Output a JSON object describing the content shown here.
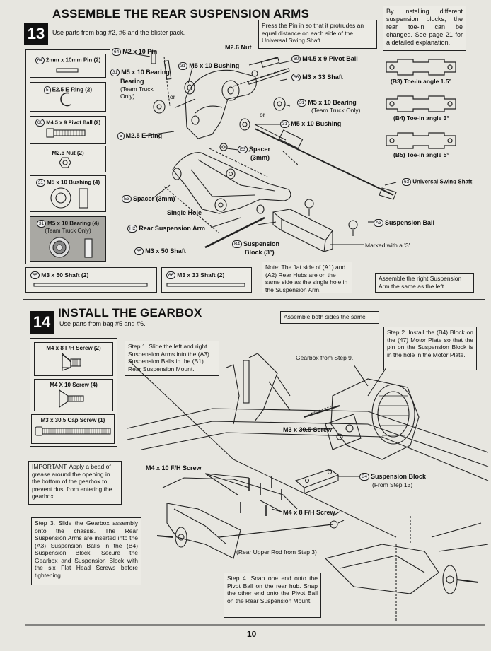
{
  "step13": {
    "number": "13",
    "title": "ASSEMBLE THE REAR SUSPENSION ARMS",
    "subtitle": "Use parts from bag #2, #6 and the blister pack.",
    "callout": "Press the Pin in so that it protrudes an equal distance on each side of the Universal Swing Shaft.",
    "sidenote": "By installing different suspension blocks, the rear toe-in can be changed. See page 21 for a detailed explanation.",
    "toe_in": [
      "(B3) Toe-in angle 1.5°",
      "(B4) Toe-in angle 3°",
      "(B5) Toe-in angle 5°"
    ],
    "parts": [
      {
        "code": "64",
        "label": "2mm x 10mm Pin (2)"
      },
      {
        "code": "5",
        "label": "E2.5 E-Ring (2)"
      },
      {
        "code": "60",
        "label": "M4.5 x 9 Pivot Ball (2)"
      },
      {
        "code": "",
        "label": "M2.6 Nut (2)"
      },
      {
        "code": "31",
        "label": "M5 x 10 Bushing (4)"
      },
      {
        "code": "31",
        "label": "M5 x 10 Bearing (4)",
        "sub": "(Team Truck Only)"
      },
      {
        "code": "65",
        "label": "M3 x 50 Shaft (2)"
      },
      {
        "code": "66",
        "label": "M3 x 33 Shaft (2)"
      }
    ],
    "labels": {
      "pin": "M2 x 10 Pin",
      "pin_code": "64",
      "nut": "M2.6 Nut",
      "bushing_top": "M5 x 10 Bushing",
      "bushing_top_code": "31",
      "bearing": "M5 x 10 Bearing",
      "bearing_code": "31",
      "bearing_sub": "(Team Truck Only)",
      "or1": "or",
      "or2": "or",
      "pivot_ball": "M4.5 x 9 Pivot Ball",
      "pivot_ball_code": "60",
      "shaft33": "M3 x 33 Shaft",
      "shaft33_code": "66",
      "bearing_right": "M5 x 10 Bearing",
      "bearing_right_code": "31",
      "bearing_right_sub": "(Team Truck Only)",
      "bushing_right": "M5 x 10 Bushing",
      "bushing_right_code": "31",
      "ering": "M2.5 E-Ring",
      "ering_code": "5",
      "spacer_top": "Spacer",
      "spacer_top_sub": "(3mm)",
      "spacer_top_code": "E3",
      "swing_shaft": "Universal Swing Shaft",
      "swing_shaft_code": "63",
      "spacer_left": "Spacer (3mm)",
      "spacer_left_code": "E3",
      "single_hole": "Single Hole",
      "rear_arm": "Rear Suspension Arm",
      "rear_arm_code": "H2",
      "susp_ball": "Suspension Ball",
      "susp_ball_code": "A3",
      "shaft50": "M3 x 50 Shaft",
      "shaft50_code": "65",
      "susp_block": "Suspension",
      "susp_block_sub": "Block (3°)",
      "susp_block_code": "B4",
      "marked": "Marked with a '3'."
    },
    "note": "Note: The flat side of (A1) and (A2) Rear Hubs are on the same side as the single hole in the Suspension Arm.",
    "assemble_right": "Assemble the right Suspension Arm the same as the left."
  },
  "step14": {
    "number": "14",
    "title": "INSTALL THE GEARBOX",
    "subtitle": "Use parts from bag #5 and #6.",
    "both_sides": "Assemble both sides the same",
    "parts": [
      {
        "label": "M4 x 8 F/H Screw (2)"
      },
      {
        "label": "M4 X 10 Screw (4)"
      },
      {
        "label": "M3 x 30.5 Cap Screw (1)"
      }
    ],
    "step1": "Step 1. Slide the left and right Suspension Arms into the (A3) Suspension Balls in the (B1) Rear Suspension Mount.",
    "step2": "Step 2. Install the (B4) Block on the (47) Motor Plate so that the pin on the Suspension Block is in the hole in the Motor Plate.",
    "step3": "Step 3. Slide the Gearbox assembly onto the chassis. The Rear Suspension Arms are inserted into the (A3) Suspension Balls in the (B4) Suspension Block. Secure the Gearbox and Suspension Block with the six Flat Head Screws before tightening.",
    "step4": "Step 4. Snap one end onto the Pivot Ball on the rear hub. Snap the other end onto the Pivot Ball on the Rear Suspension Mount.",
    "important": "IMPORTANT: Apply a bead of grease around the opening in the bottom of the gearbox to prevent dust from entering the gearbox.",
    "labels": {
      "gearbox": "Gearbox from Step 9.",
      "cap_screw": "M3 x 30.5 Screw",
      "m4x10": "M4 x 10 F/H Screw",
      "m4x8": "M4 x 8 F/H Screw",
      "susp_block": "Suspension Block",
      "susp_block_code": "B4",
      "susp_block_sub": "(From Step 13)",
      "rear_rod": "(Rear Upper Rod from Step 3)"
    }
  },
  "page_number": "10"
}
